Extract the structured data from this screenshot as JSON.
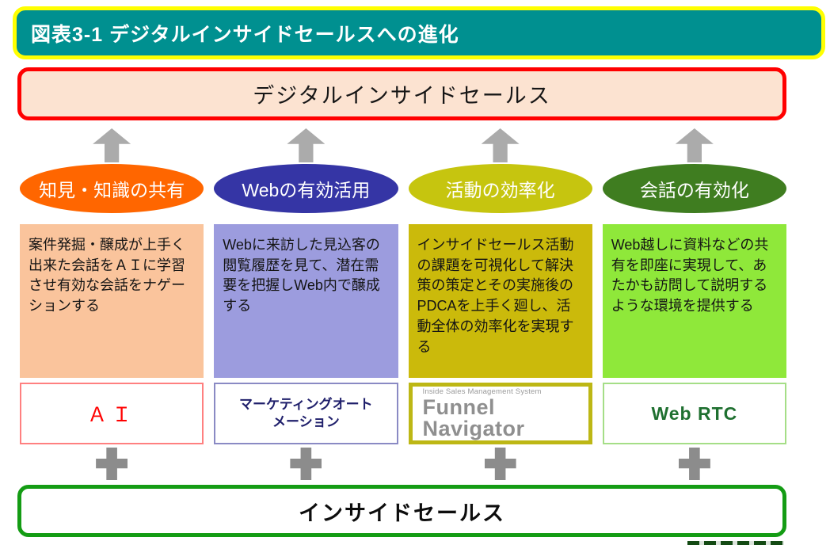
{
  "figure": {
    "header": {
      "title": "図表3-1  デジタルインサイドセールスへの進化"
    },
    "top_box": {
      "label": "デジタルインサイドセールス"
    },
    "bottom_bar": {
      "label": "インサイドセールス"
    }
  },
  "columns": [
    {
      "theme": {
        "label": "知見・知識の共有"
      },
      "description": "案件発掘・醸成が上手く出来た会話をＡＩに学習させ有効な会話をナゲーションする",
      "product": {
        "name": "ＡＩ"
      }
    },
    {
      "theme": {
        "label": "Webの有効活用"
      },
      "description": "Webに来訪した見込客の閲覧履歴を見て、潜在需要を把握しWeb内で醸成する",
      "product": {
        "name": "マーケティングオートメーション"
      }
    },
    {
      "theme": {
        "label": "活動の効率化"
      },
      "description": "インサイドセールス活動の課題を可視化して解決策の策定とその実施後のPDCAを上手く廻し、活動全体の効率化を実現する",
      "product": {
        "tagline": "Inside Sales Management System",
        "name": "Funnel Navigator"
      }
    },
    {
      "theme": {
        "label": "会話の有効化"
      },
      "description": "Web越しに資料などの共有を即座に実現して、あたかも訪問して説明するような環境を提供する",
      "product": {
        "name": "Web RTC"
      }
    }
  ],
  "colors": {
    "header_bg": "#009090",
    "header_border": "#FFFF00",
    "top_box_fill": "#FCE3D1",
    "top_box_border": "#FF0000",
    "bottom_bar_border": "#149C14",
    "arrow_gray": "#ABABAB",
    "plus_gray": "#8C8C8C",
    "ellipses": [
      "#FF6600",
      "#3535A5",
      "#C6C50F",
      "#3F7D20"
    ],
    "description_boxes": [
      "#FAC49C",
      "#9C9CDE",
      "#CBBA0B",
      "#8FE83A"
    ],
    "product_text": [
      "#FF0000",
      "#1F1F6B",
      "#8F8F8F",
      "#1F7030"
    ]
  }
}
